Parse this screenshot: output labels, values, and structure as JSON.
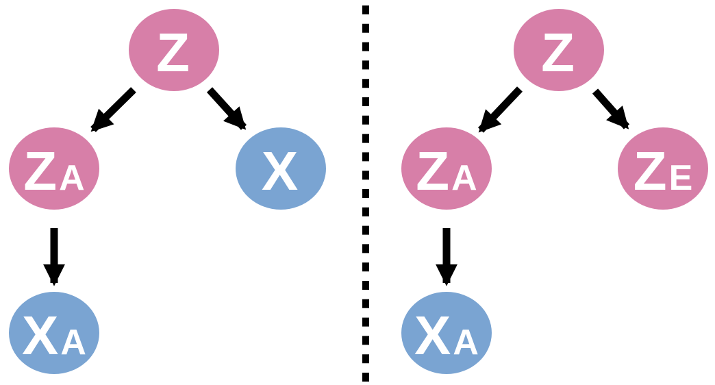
{
  "figure": {
    "description": "Two tree-structured causal graphs separated by a vertical dashed divider",
    "colors": {
      "latent_node_pink": "#d77fa8",
      "observed_node_blue": "#7aa4d2",
      "arrow_black": "#000000",
      "divider_black": "#000000",
      "label_white": "#ffffff"
    },
    "divider": {
      "orientation": "vertical",
      "style": "dashed"
    },
    "graphs": [
      {
        "name": "left",
        "nodes": [
          {
            "id": "z",
            "main": "z",
            "sub": "",
            "type": "latent"
          },
          {
            "id": "z_A",
            "main": "z",
            "sub": "A",
            "type": "latent"
          },
          {
            "id": "x",
            "main": "x",
            "sub": "",
            "type": "observed"
          },
          {
            "id": "x_A",
            "main": "x",
            "sub": "A",
            "type": "observed"
          }
        ],
        "edges": [
          {
            "from": "z",
            "to": "z_A"
          },
          {
            "from": "z",
            "to": "x"
          },
          {
            "from": "z_A",
            "to": "x_A"
          }
        ]
      },
      {
        "name": "right",
        "nodes": [
          {
            "id": "z",
            "main": "z",
            "sub": "",
            "type": "latent"
          },
          {
            "id": "z_A",
            "main": "z",
            "sub": "A",
            "type": "latent"
          },
          {
            "id": "z_E",
            "main": "z",
            "sub": "E",
            "type": "latent"
          },
          {
            "id": "x_A",
            "main": "x",
            "sub": "A",
            "type": "observed"
          }
        ],
        "edges": [
          {
            "from": "z",
            "to": "z_A"
          },
          {
            "from": "z",
            "to": "z_E"
          },
          {
            "from": "z_A",
            "to": "x_A"
          }
        ]
      }
    ]
  }
}
